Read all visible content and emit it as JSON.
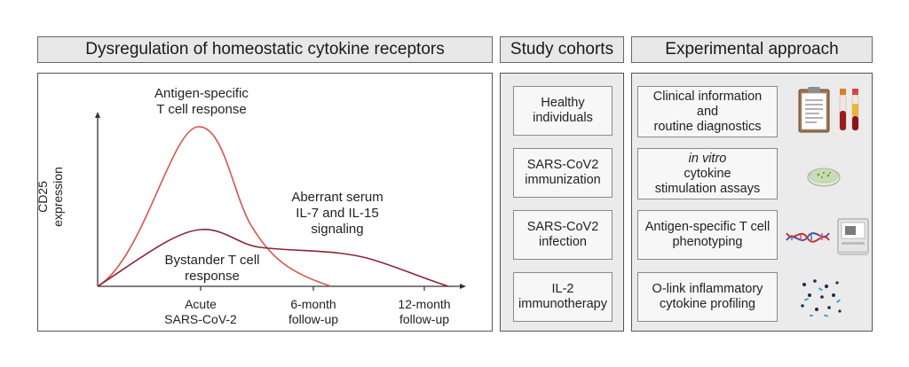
{
  "headers": {
    "left": "Dysregulation of homeostatic cytokine receptors",
    "middle": "Study cohorts",
    "right": "Experimental approach"
  },
  "diagram": {
    "y_axis_label": [
      "CD25",
      "expression"
    ],
    "annotations": {
      "antigen_specific": [
        "Antigen-specific",
        "T cell response"
      ],
      "bystander": [
        "Bystander T cell",
        "response"
      ],
      "aberrant": [
        "Aberrant serum",
        "IL-7 and IL-15",
        "signaling"
      ]
    },
    "x_ticks": [
      {
        "lines": [
          "Acute",
          "SARS-CoV-2"
        ]
      },
      {
        "lines": [
          "6-month",
          "follow-up"
        ]
      },
      {
        "lines": [
          "12-month",
          "follow-up"
        ]
      }
    ],
    "colors": {
      "antigen_curve": "#d9534f",
      "bystander_curve": "#8b2332"
    }
  },
  "cohorts": [
    {
      "lines": [
        "Healthy",
        "individuals"
      ]
    },
    {
      "lines": [
        "SARS-CoV2",
        "immunization"
      ]
    },
    {
      "lines": [
        "SARS-CoV2",
        "infection"
      ]
    },
    {
      "lines": [
        "IL-2",
        "immunotherapy"
      ]
    }
  ],
  "approaches": [
    {
      "lines": [
        "Clinical information",
        "and",
        "routine diagnostics"
      ],
      "icon": "clipboard-blood-tubes-icon"
    },
    {
      "lines": [
        "in vitro",
        "cytokine",
        "stimulation assays"
      ],
      "icon": "petri-dish-icon"
    },
    {
      "lines": [
        "Antigen-specific T cell",
        "phenotyping"
      ],
      "icon": "dna-sequencer-icon"
    },
    {
      "lines": [
        "O-link inflammatory",
        "cytokine profiling"
      ],
      "icon": "protein-particles-icon"
    }
  ]
}
